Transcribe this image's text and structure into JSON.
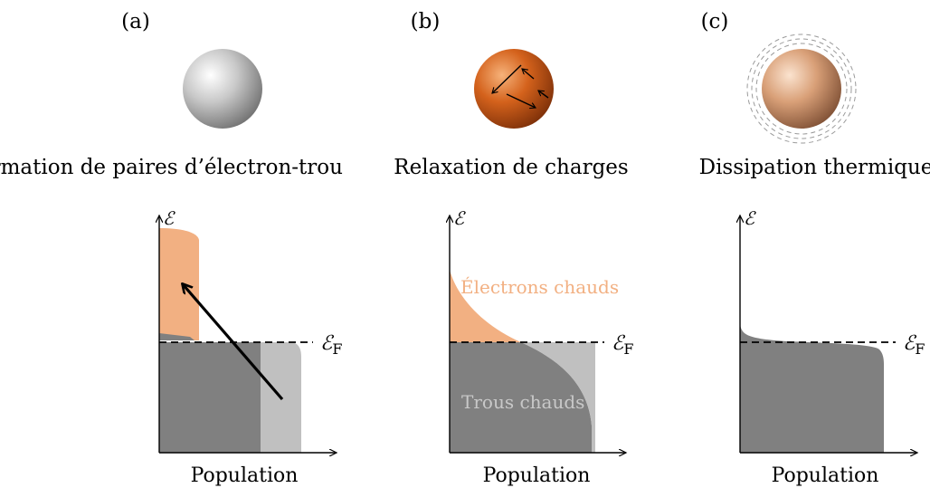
{
  "panels": [
    {
      "letter": "(a)",
      "process": "Formation de paires d’électron-trou",
      "energy_axis": "ℰ",
      "fermi_label": "ℰ",
      "fermi_sub": "F",
      "x_axis": "Population",
      "sphere_colors": [
        "#ffffff",
        "#c8c8c8",
        "#6e6e6e"
      ]
    },
    {
      "letter": "(b)",
      "process": "Relaxation de charges",
      "energy_axis": "ℰ",
      "fermi_label": "ℰ",
      "fermi_sub": "F",
      "x_axis": "Population",
      "hot_electrons": "Électrons chauds",
      "hot_holes": "Trous chauds",
      "sphere_colors": [
        "#f6b27a",
        "#d4621c",
        "#7a2e08"
      ]
    },
    {
      "letter": "(c)",
      "process": "Dissipation thermique",
      "energy_axis": "ℰ",
      "fermi_label": "ℰ",
      "fermi_sub": "F",
      "x_axis": "Population",
      "sphere_colors": [
        "#fbe3cf",
        "#d9a078",
        "#7d4e33"
      ]
    }
  ],
  "colors": {
    "occupied": "#808080",
    "holes": "#c0c0c0",
    "hot_electrons": "#f2b082",
    "axis": "#000000"
  }
}
